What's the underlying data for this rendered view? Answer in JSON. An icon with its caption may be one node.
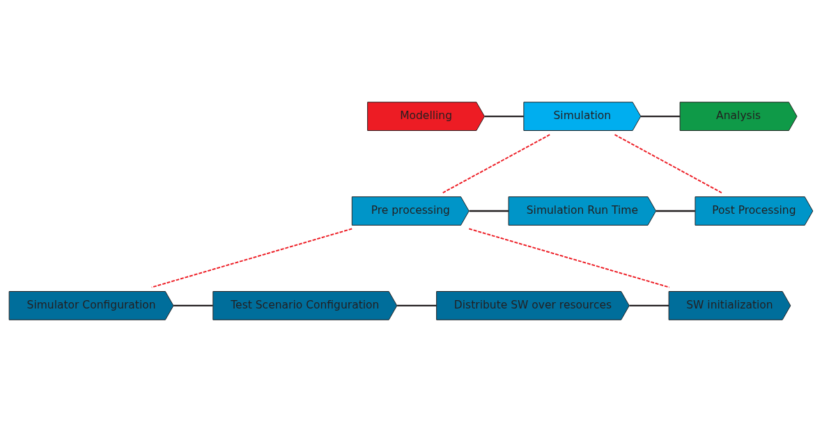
{
  "diagram": {
    "nodes": [
      {
        "text": [
          "Modelling"
        ]
      },
      {
        "text": [
          "Simulation"
        ]
      },
      {
        "text": [
          "Analysis"
        ]
      },
      {
        "text": [
          "Pre processing"
        ]
      },
      {
        "text": [
          "Simulation Run Time"
        ]
      },
      {
        "text": [
          "Post Processing"
        ]
      },
      {
        "text": [
          "Simulator Configuration"
        ]
      },
      {
        "text": [
          "Test Scenario Configuration"
        ]
      },
      {
        "text": [
          "Distribute SW over resources"
        ]
      },
      {
        "text": [
          "SW initialization"
        ]
      }
    ],
    "edges": [
      {
        "from": 0,
        "to": 1,
        "arrow": "none"
      },
      {
        "from": 1,
        "to": 2,
        "arrow": "none"
      },
      {
        "from": 3,
        "to": 4,
        "arrow": "none"
      },
      {
        "from": 4,
        "to": 5,
        "arrow": "none"
      },
      {
        "from": 6,
        "to": 7,
        "arrow": "none"
      },
      {
        "from": 7,
        "to": 8,
        "arrow": "none"
      },
      {
        "from": 8,
        "to": 9,
        "arrow": "none"
      },
      {
        "from": 1,
        "to": 3,
        "arrow": "none",
        "style": "dashed",
        "color": "#ed1c24"
      },
      {
        "from": 1,
        "to": 5,
        "arrow": "none",
        "style": "dashed",
        "color": "#ed1c24"
      },
      {
        "from": 3,
        "to": 6,
        "arrow": "none",
        "style": "dashed",
        "color": "#ed1c24"
      },
      {
        "from": 3,
        "to": 9,
        "arrow": "none",
        "style": "dashed",
        "color": "#ed1c24"
      }
    ]
  }
}
